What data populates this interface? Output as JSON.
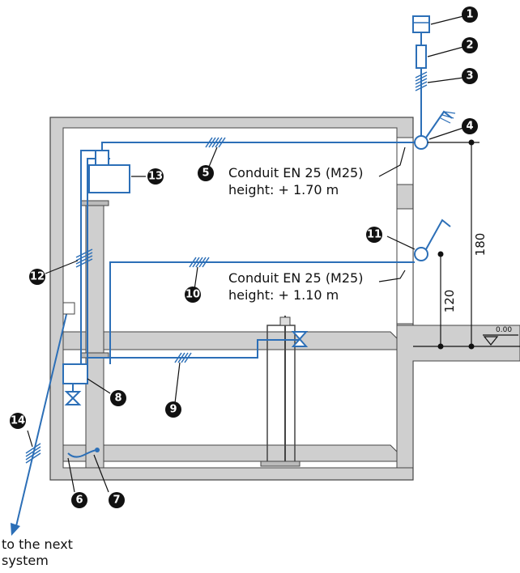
{
  "colors": {
    "wall_fill": "#cfcfcf",
    "wall_stroke": "#444444",
    "conduit": "#2c6fb7",
    "leader": "#111111",
    "badge": "#111111"
  },
  "callouts": [
    "1",
    "2",
    "3",
    "4",
    "5",
    "6",
    "7",
    "8",
    "9",
    "10",
    "11",
    "12",
    "13",
    "14"
  ],
  "labels": {
    "conduit_upper_line1": "Conduit EN 25 (M25)",
    "conduit_upper_line2": "height: + 1.70 m",
    "conduit_lower_line1": "Conduit EN 25 (M25)",
    "conduit_lower_line2": "height: + 1.10 m",
    "next_system_line1": "to the next",
    "next_system_line2": "system"
  },
  "dimensions": {
    "upper": "180",
    "lower": "120",
    "ground_level": "0.00"
  }
}
